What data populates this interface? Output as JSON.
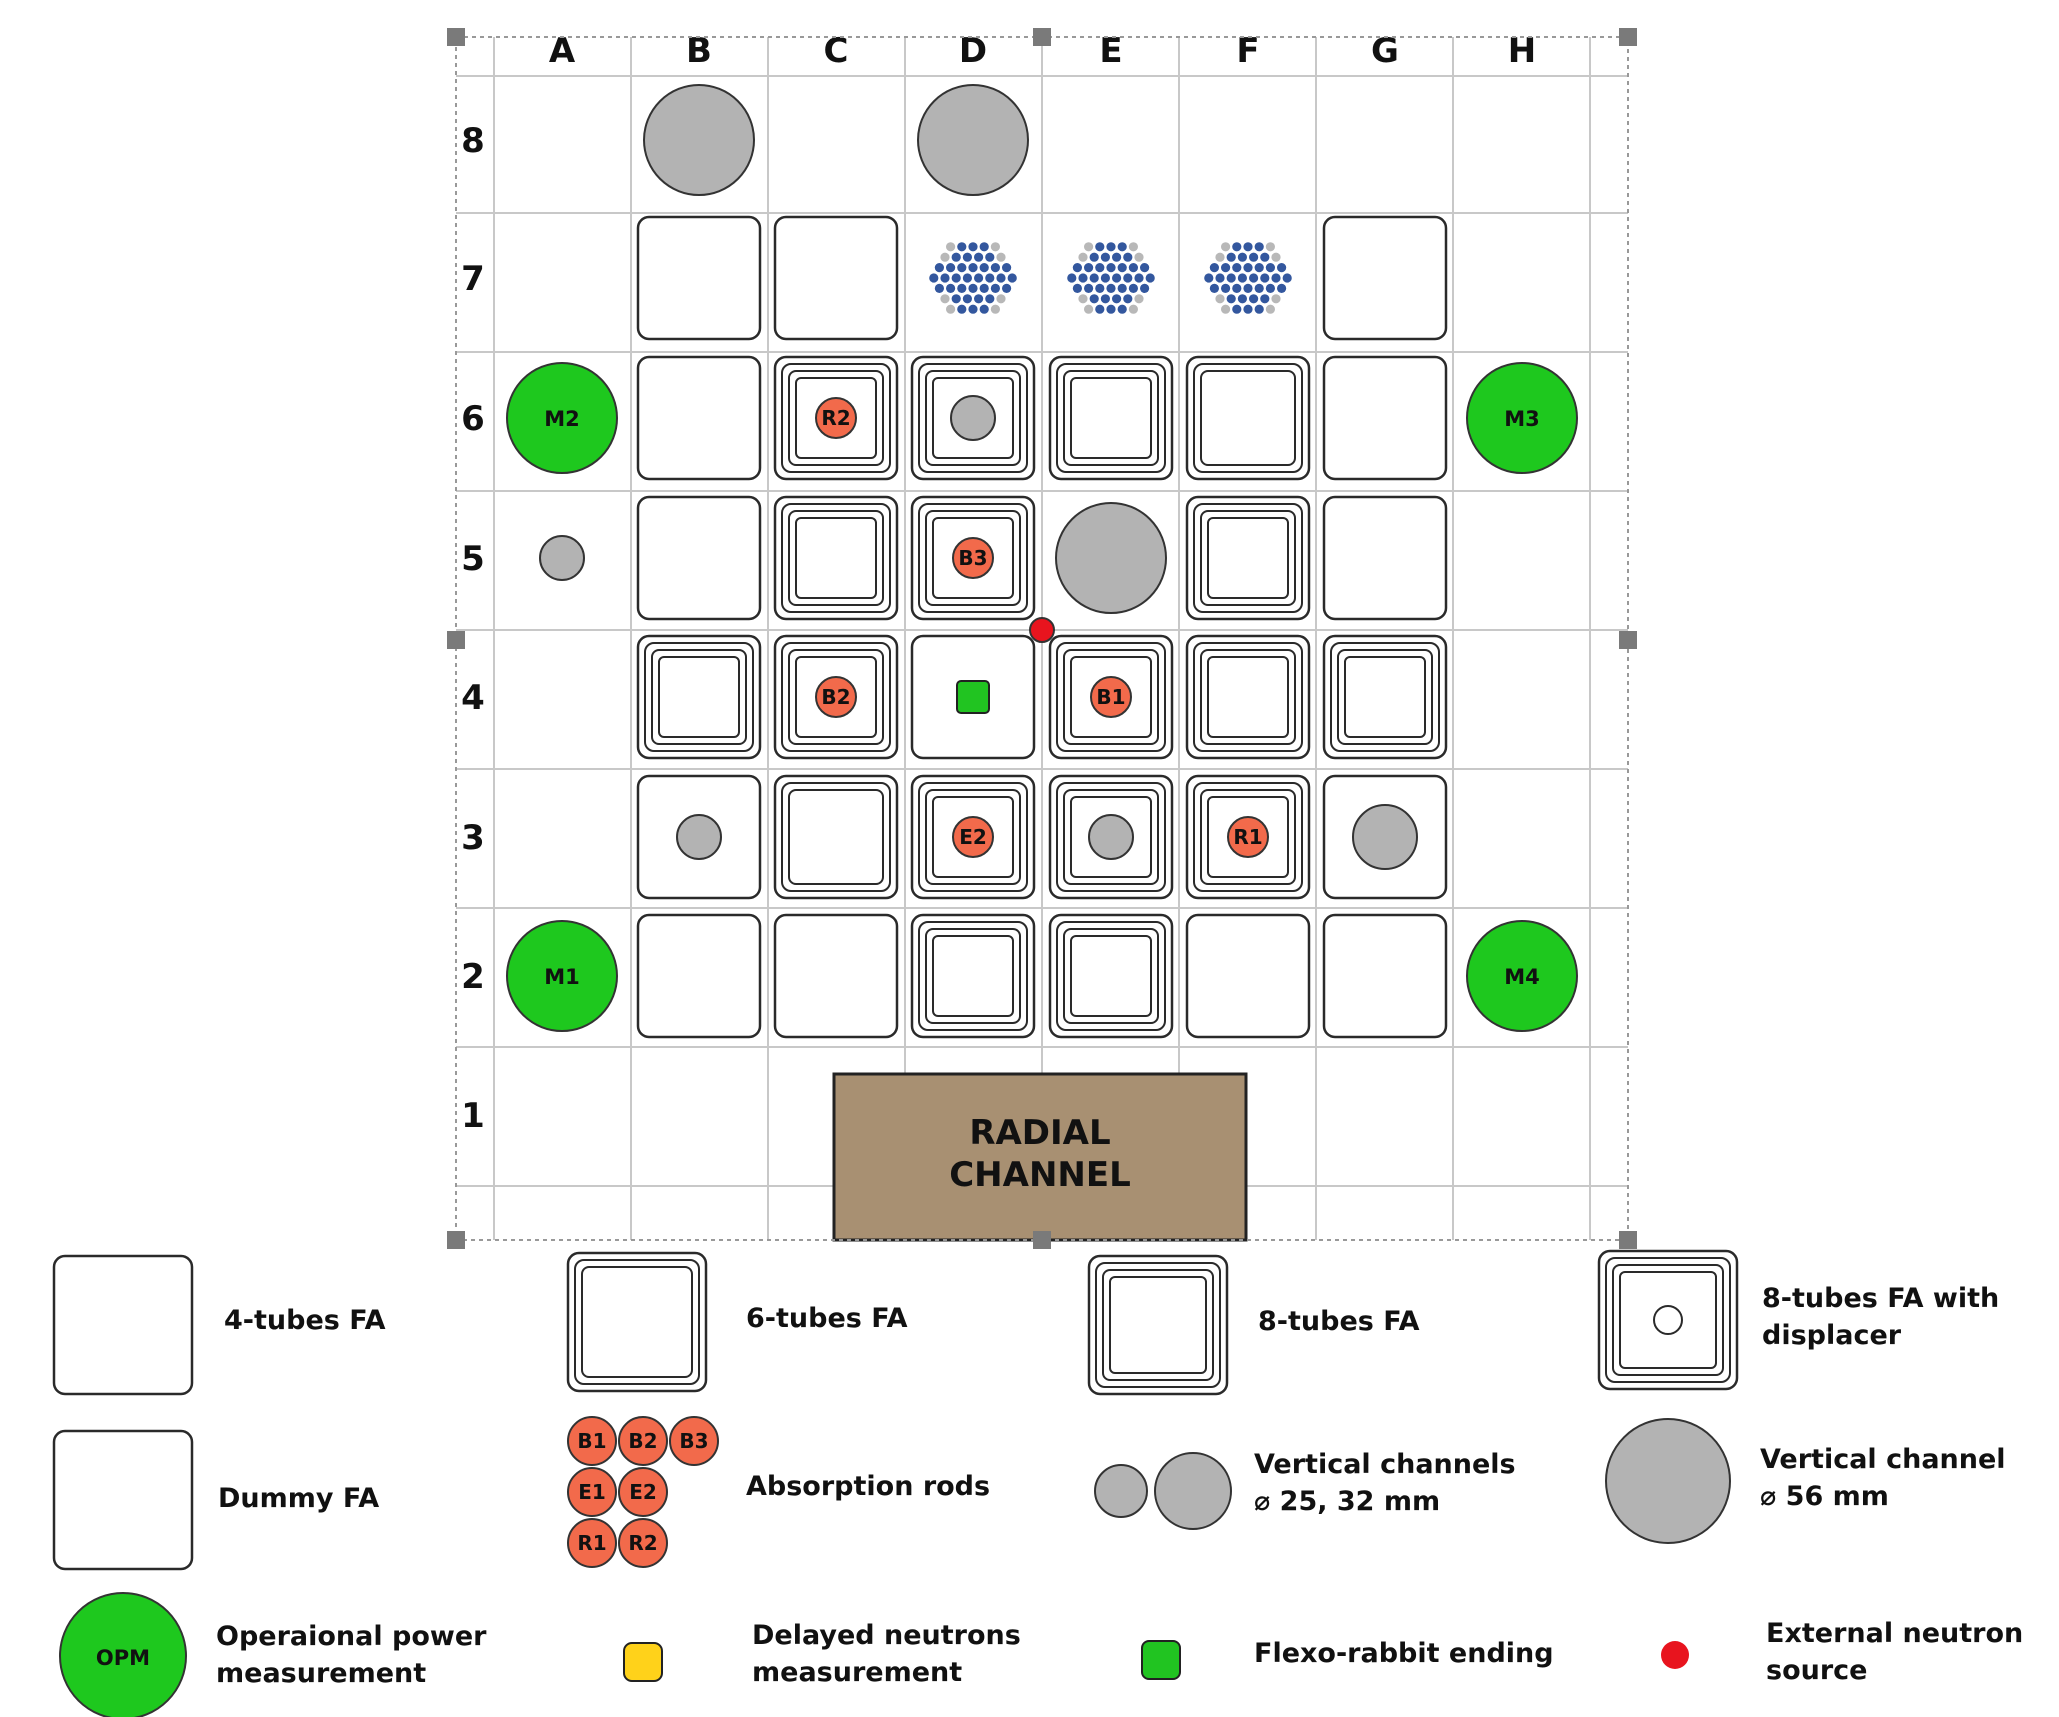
{
  "columns": [
    "A",
    "B",
    "C",
    "D",
    "E",
    "F",
    "G",
    "H"
  ],
  "rows": [
    "8",
    "7",
    "6",
    "5",
    "4",
    "3",
    "2",
    "1"
  ],
  "colors": {
    "absorption_rod": "#f26a4b",
    "channel_gray": "#b3b3b3",
    "opm_green": "#1ec81e",
    "rabbit_green": "#21c421",
    "delayed_yellow": "#ffd21a",
    "source_red": "#e8141e",
    "radial_brown": "#a89072",
    "fuel_pin_blue": "#33579e"
  },
  "core": [
    {
      "col": "B",
      "row": "8",
      "type": "channel-56"
    },
    {
      "col": "D",
      "row": "8",
      "type": "channel-56"
    },
    {
      "col": "B",
      "row": "7",
      "type": "fa-4"
    },
    {
      "col": "C",
      "row": "7",
      "type": "fa-4"
    },
    {
      "col": "D",
      "row": "7",
      "type": "fuel-pins"
    },
    {
      "col": "E",
      "row": "7",
      "type": "fuel-pins"
    },
    {
      "col": "F",
      "row": "7",
      "type": "fuel-pins"
    },
    {
      "col": "G",
      "row": "7",
      "type": "fa-4"
    },
    {
      "col": "A",
      "row": "6",
      "type": "opm",
      "label": "M2"
    },
    {
      "col": "B",
      "row": "6",
      "type": "fa-4"
    },
    {
      "col": "C",
      "row": "6",
      "type": "fa-8",
      "rod": "R2"
    },
    {
      "col": "D",
      "row": "6",
      "type": "fa-8",
      "channel": "small"
    },
    {
      "col": "E",
      "row": "6",
      "type": "fa-8"
    },
    {
      "col": "F",
      "row": "6",
      "type": "fa-6"
    },
    {
      "col": "G",
      "row": "6",
      "type": "fa-4"
    },
    {
      "col": "H",
      "row": "6",
      "type": "opm",
      "label": "M3"
    },
    {
      "col": "A",
      "row": "5",
      "type": "channel-small"
    },
    {
      "col": "B",
      "row": "5",
      "type": "fa-4"
    },
    {
      "col": "C",
      "row": "5",
      "type": "fa-8"
    },
    {
      "col": "D",
      "row": "5",
      "type": "fa-8",
      "rod": "B3"
    },
    {
      "col": "E",
      "row": "5",
      "type": "channel-56"
    },
    {
      "col": "F",
      "row": "5",
      "type": "fa-8"
    },
    {
      "col": "G",
      "row": "5",
      "type": "fa-4"
    },
    {
      "col": "B",
      "row": "4",
      "type": "fa-8"
    },
    {
      "col": "C",
      "row": "4",
      "type": "fa-8",
      "rod": "B2"
    },
    {
      "col": "D",
      "row": "4",
      "type": "dummy",
      "rabbit": true
    },
    {
      "col": "E",
      "row": "4",
      "type": "fa-8",
      "rod": "B1"
    },
    {
      "col": "F",
      "row": "4",
      "type": "fa-8"
    },
    {
      "col": "G",
      "row": "4",
      "type": "fa-8"
    },
    {
      "col": "B",
      "row": "3",
      "type": "dummy",
      "channel": "small"
    },
    {
      "col": "C",
      "row": "3",
      "type": "fa-6"
    },
    {
      "col": "D",
      "row": "3",
      "type": "fa-8",
      "rod": "E2"
    },
    {
      "col": "E",
      "row": "3",
      "type": "fa-8",
      "channel": "small"
    },
    {
      "col": "F",
      "row": "3",
      "type": "fa-8",
      "rod": "R1"
    },
    {
      "col": "G",
      "row": "3",
      "type": "dummy",
      "channel": "large"
    },
    {
      "col": "A",
      "row": "2",
      "type": "opm",
      "label": "M1"
    },
    {
      "col": "B",
      "row": "2",
      "type": "fa-4"
    },
    {
      "col": "C",
      "row": "2",
      "type": "fa-4"
    },
    {
      "col": "D",
      "row": "2",
      "type": "fa-8"
    },
    {
      "col": "E",
      "row": "2",
      "type": "fa-8"
    },
    {
      "col": "F",
      "row": "2",
      "type": "fa-4"
    },
    {
      "col": "G",
      "row": "2",
      "type": "fa-4"
    },
    {
      "col": "H",
      "row": "2",
      "type": "opm",
      "label": "M4"
    }
  ],
  "radial_channel": {
    "line1": "RADIAL",
    "line2": "CHANNEL"
  },
  "legend": {
    "fa4": "4-tubes FA",
    "fa6": "6-tubes FA",
    "fa8": "8-tubes FA",
    "fa8_displacer": [
      "8-tubes FA with",
      "displacer"
    ],
    "dummy": "Dummy FA",
    "rods_label": "Absorption rods",
    "rods": [
      "B1",
      "B2",
      "B3",
      "E1",
      "E2",
      "R1",
      "R2"
    ],
    "vertical_channels": [
      "Vertical channels",
      "⌀ 25, 32 mm"
    ],
    "vertical_channel_56": [
      "Vertical channel",
      "⌀ 56 mm"
    ],
    "opm_symbol": "OPM",
    "opm": [
      "Operaional power",
      "measurement"
    ],
    "delayed": [
      "Delayed neutrons",
      "measurement"
    ],
    "rabbit": "Flexo-rabbit ending",
    "source": [
      "External neutron",
      "source"
    ]
  }
}
